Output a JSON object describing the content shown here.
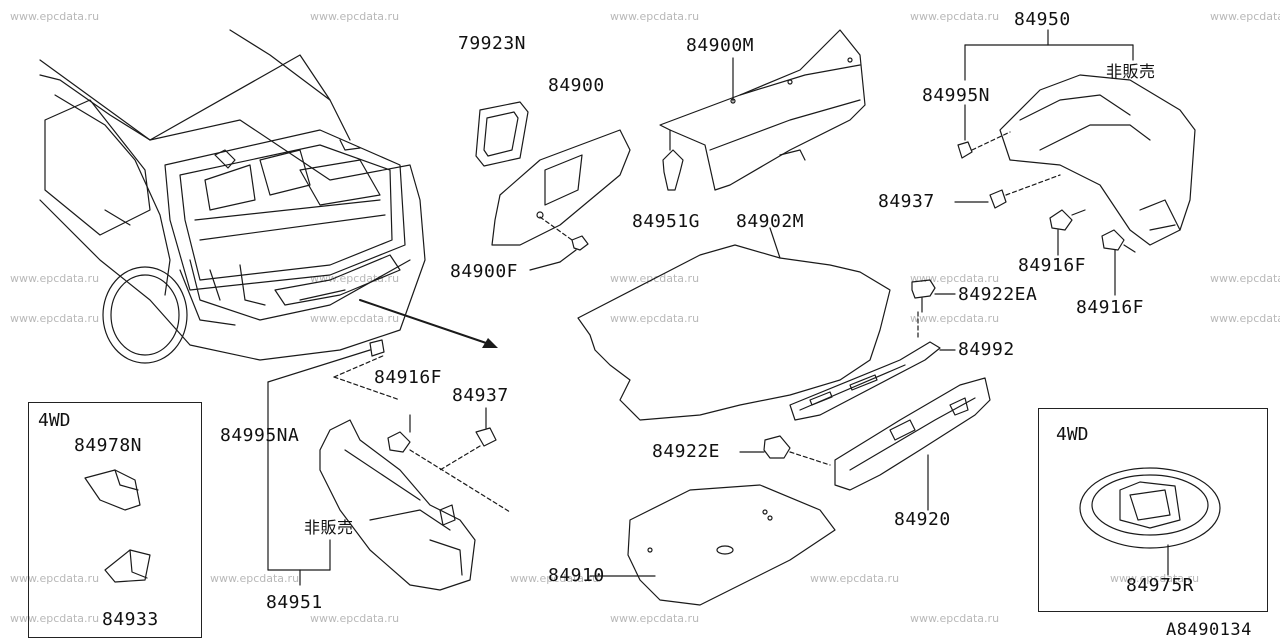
{
  "diagram": {
    "watermark": "www.epcdata.ru",
    "drawing_id": "A8490134",
    "not_for_sale": "非販売",
    "inset_4wd_title": "4WD",
    "parts": {
      "p79923N": "79923N",
      "p84900": "84900",
      "p84900M": "84900M",
      "p84950": "84950",
      "p84995N": "84995N",
      "p84937_top": "84937",
      "p84916F_top": "84916F",
      "p84916F_right": "84916F",
      "p84951G": "84951G",
      "p84902M": "84902M",
      "p84900F": "84900F",
      "p84922EA": "84922EA",
      "p84992": "84992",
      "p84916F_mid": "84916F",
      "p84937_mid": "84937",
      "p84995NA": "84995NA",
      "p84922E": "84922E",
      "p84920": "84920",
      "p84951": "84951",
      "p84910": "84910",
      "p84978N": "84978N",
      "p84933": "84933",
      "p84975R": "84975R"
    }
  }
}
